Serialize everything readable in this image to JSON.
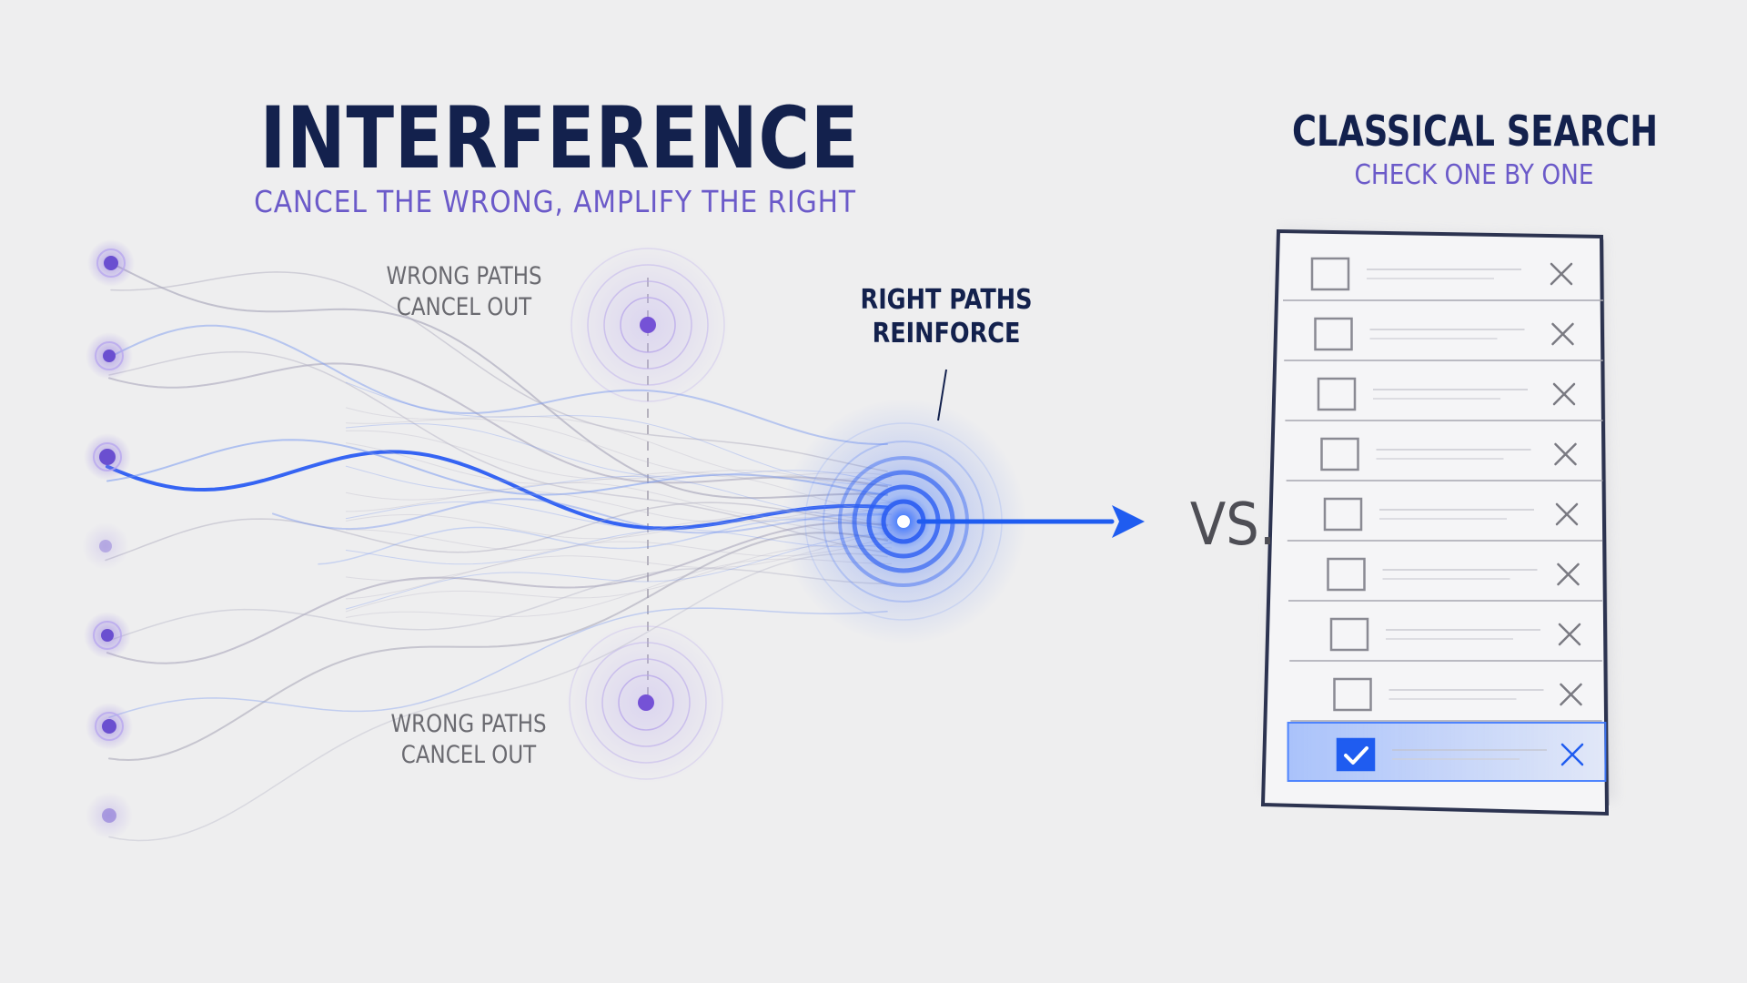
{
  "title": "INTERFERENCE",
  "subtitle": "CANCEL THE WRONG, AMPLIFY THE RIGHT",
  "wrong_paths_top": [
    "WRONG PATHS",
    "CANCEL OUT"
  ],
  "wrong_paths_bottom": [
    "WRONG PATHS",
    "CANCEL OUT"
  ],
  "right_paths": [
    "RIGHT PATHS",
    "REINFORCE"
  ],
  "versus": "VS.",
  "classical": {
    "title": "CLASSICAL SEARCH",
    "subtitle": "CHECK ONE BY ONE",
    "rows": [
      {
        "checked": false
      },
      {
        "checked": false
      },
      {
        "checked": false
      },
      {
        "checked": false
      },
      {
        "checked": false
      },
      {
        "checked": false
      },
      {
        "checked": false
      },
      {
        "checked": false
      },
      {
        "checked": true
      }
    ]
  },
  "colors": {
    "navy": "#13214d",
    "purple": "#6b5ac9",
    "blue": "#1f5cf0",
    "gray_text": "#6a6a70",
    "background": "#eeeeef"
  },
  "icons": [
    "source-node-icon",
    "cancel-ring-icon",
    "amplify-ring-icon",
    "arrow-right-icon",
    "checkbox-icon",
    "x-mark-icon",
    "checkmark-icon"
  ]
}
